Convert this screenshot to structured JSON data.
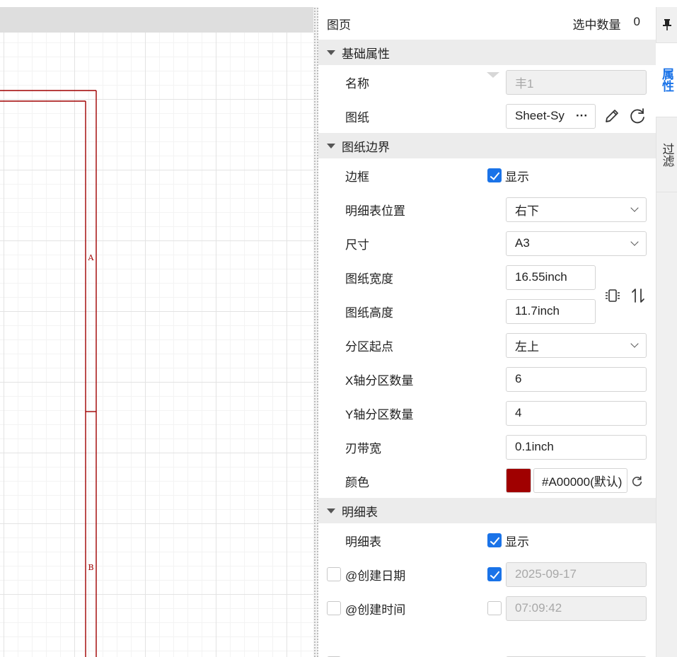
{
  "panel": {
    "title": "图页",
    "selected_label": "选中数量",
    "selected_count": "0"
  },
  "sections": {
    "basic": "基础属性",
    "border": "图纸边界",
    "detail": "明细表"
  },
  "basic": {
    "name_label": "名称",
    "name_value": "丰1",
    "sheet_label": "图纸",
    "sheet_value": "Sheet-Sy",
    "sheet_more": "···"
  },
  "border": {
    "frame_label": "边框",
    "frame_check_text": "显示",
    "frame_checked": true,
    "table_pos_label": "明细表位置",
    "table_pos_value": "右下",
    "size_label": "尺寸",
    "size_value": "A3",
    "width_label": "图纸宽度",
    "width_value": "16.55inch",
    "height_label": "图纸高度",
    "height_value": "11.7inch",
    "origin_label": "分区起点",
    "origin_value": "左上",
    "x_zones_label": "X轴分区数量",
    "x_zones_value": "6",
    "y_zones_label": "Y轴分区数量",
    "y_zones_value": "4",
    "margin_label": "刃带宽",
    "margin_value": "0.1inch",
    "color_label": "颜色",
    "color_value": "#A00000(默认)",
    "color_hex": "#A00000"
  },
  "detail": {
    "table_label": "明细表",
    "table_check_text": "显示",
    "table_checked": true,
    "date_label": "@创建日期",
    "date_value": "2025-09-17",
    "date_checked": true,
    "time_label": "@创建时间",
    "time_value": "07:09:42",
    "time_checked": false
  },
  "rail": {
    "tab_properties": "属性",
    "tab_filter": "过滤"
  },
  "canvas": {
    "zone_a": "A",
    "zone_b": "B"
  },
  "colors": {
    "accent": "#1A73E8",
    "border_line": "#A00000"
  },
  "icons": [
    "pin-icon",
    "pencil-icon",
    "refresh-icon",
    "swap-orientation-icon",
    "sort-arrows-icon",
    "chevron-down-icon",
    "collapse-triangle-icon"
  ]
}
